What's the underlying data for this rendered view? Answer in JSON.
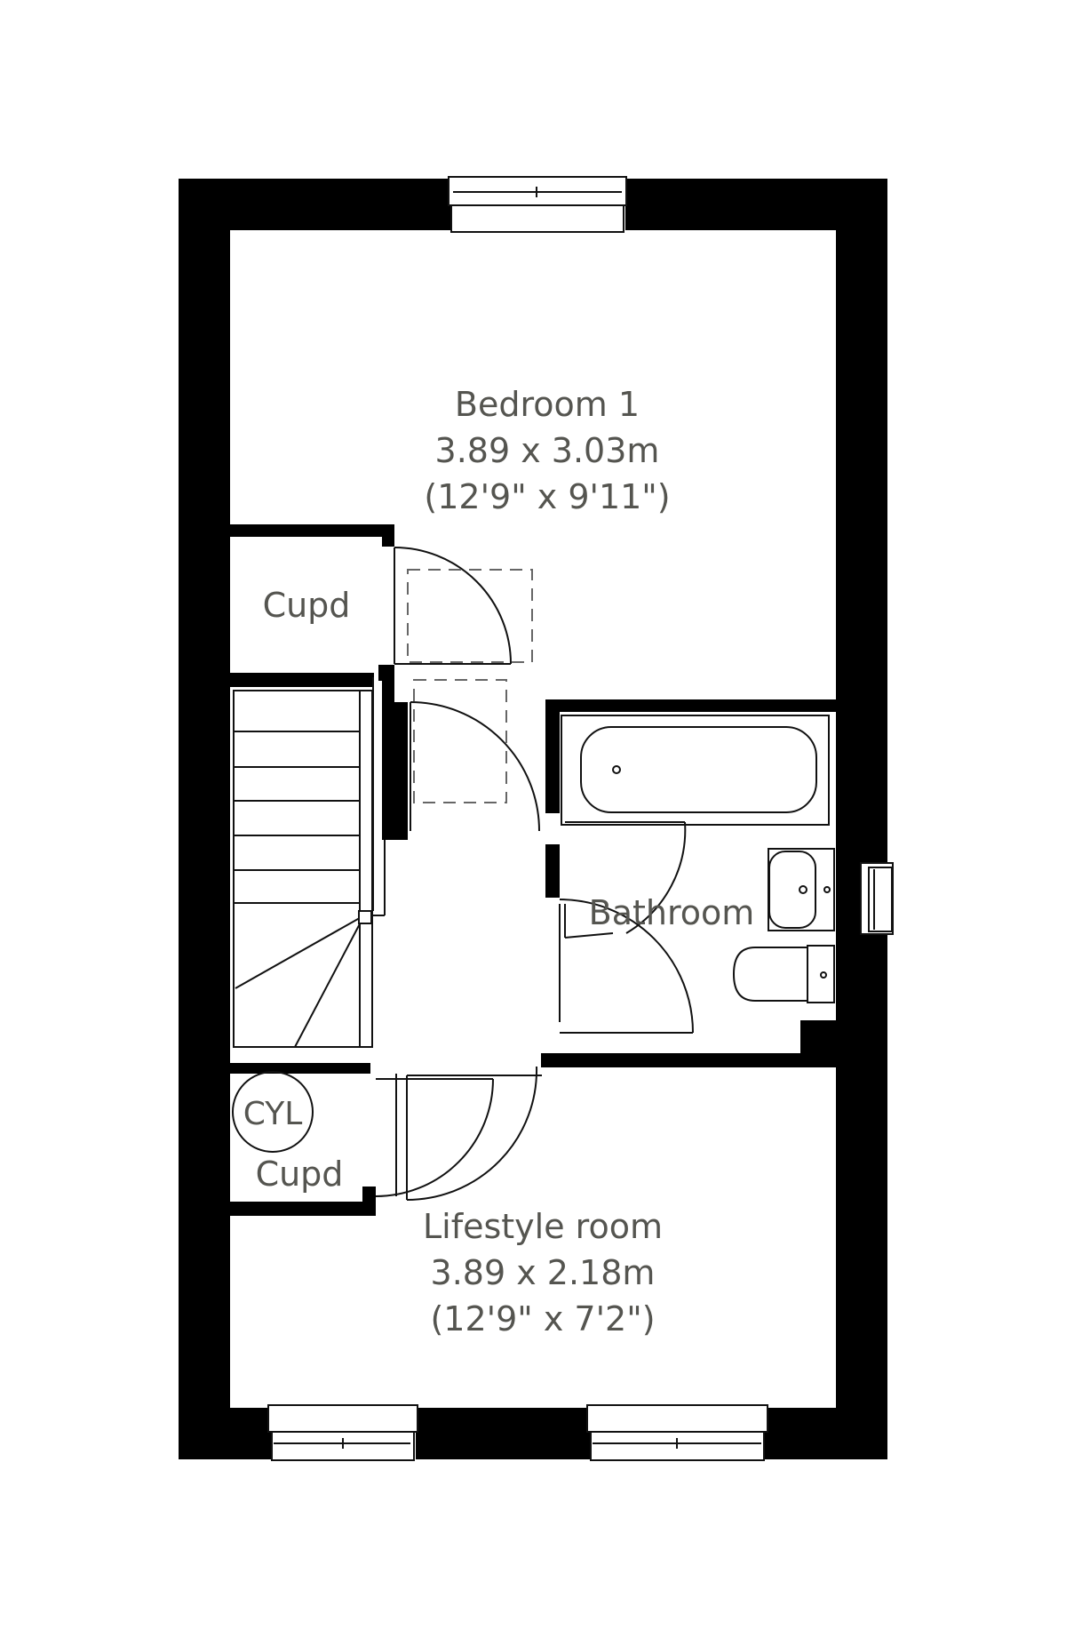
{
  "rooms": {
    "bedroom1": {
      "name": "Bedroom 1",
      "metric": "3.89 x 3.03m",
      "imperial": "(12'9\" x 9'11\")"
    },
    "lifestyle": {
      "name": "Lifestyle room",
      "metric": "3.89 x 2.18m",
      "imperial": "(12'9\" x 7'2\")"
    },
    "bathroom": {
      "name": "Bathroom"
    },
    "cupboard_upper": {
      "name": "Cupd"
    },
    "cupboard_lower": {
      "name": "Cupd"
    },
    "cylinder": {
      "name": "CYL"
    }
  }
}
